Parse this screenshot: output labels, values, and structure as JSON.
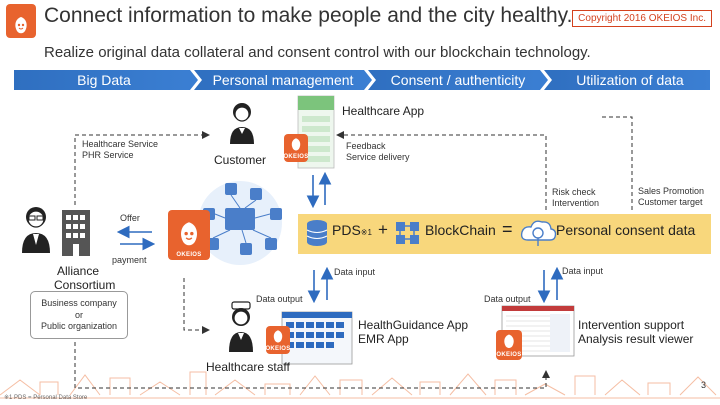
{
  "header": {
    "title": "Connect information to make people and the city healthy.",
    "copyright": "Copyright 2016 OKEIOS Inc.",
    "subtitle": "Realize original data collateral and consent control with our blockchain technology."
  },
  "logo": {
    "text": "OKEIOS"
  },
  "stages": [
    "Big Data",
    "Personal management",
    "Consent / authenticity",
    "Utilization of data"
  ],
  "nodes": {
    "customer": "Customer",
    "healthcare_app": "Healthcare App",
    "alliance": [
      "Alliance",
      "Consortium"
    ],
    "org_box": [
      "Business company",
      "or",
      "Public organization"
    ],
    "healthcare_staff": "Healthcare staff",
    "hg_app": [
      "HealthGuidance App",
      "EMR App"
    ],
    "intervention": [
      "Intervention support",
      "Analysis result viewer"
    ]
  },
  "flow_labels": {
    "hc_service": [
      "Healthcare Service",
      "PHR Service"
    ],
    "feedback": [
      "Feedback",
      "Service delivery"
    ],
    "risk_check": [
      "Risk check",
      "Intervention"
    ],
    "sales": [
      "Sales Promotion",
      "Customer target"
    ],
    "offer": "Offer",
    "payment": "payment",
    "data_input_1": "Data input",
    "data_output_1": "Data output",
    "data_input_2": "Data input",
    "data_output_2": "Data output"
  },
  "band": {
    "pds": "PDS",
    "pds_note": "※1",
    "plus": "+",
    "blockchain": "BlockChain",
    "equals": "=",
    "consent": "Personal consent data"
  },
  "footer": {
    "footnote": "※1 PDS = Personal Data Store",
    "page": "3"
  },
  "colors": {
    "brand_orange": "#e8632e",
    "stage_blue": "#2f6fc0",
    "stage_dark": "#1f4e96",
    "band_yellow": "#f8d77c",
    "arrow_blue": "#2e6bbf",
    "copyright_red": "#d4421e"
  }
}
